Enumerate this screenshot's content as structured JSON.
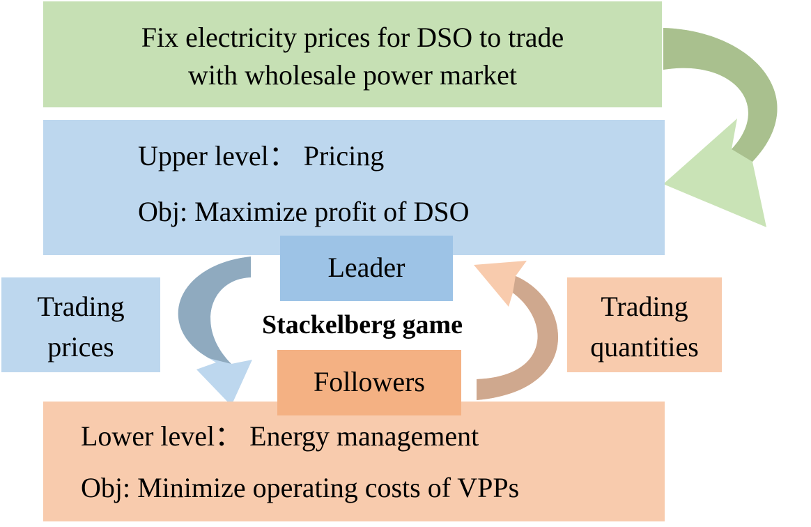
{
  "colors": {
    "green_box": "#c6e0b4",
    "green_arrow": "#a9c08e",
    "green_arrow_light": "#c9e3b6",
    "blue_box": "#bdd7ee",
    "blue_dark_box": "#9dc3e6",
    "blue_arrow": "#bdd7ee",
    "blue_arrow_dark": "#8faabf",
    "orange_box": "#f8cbad",
    "orange_dark_box": "#f4b183",
    "orange_arrow": "#f8cbad",
    "orange_arrow_dark": "#cfa88e"
  },
  "top": {
    "line1": "Fix electricity prices for DSO to trade",
    "line2": "with wholesale power market"
  },
  "upper": {
    "line1": "Upper level： Pricing",
    "line2": "Obj: Maximize profit of DSO"
  },
  "leader": {
    "label": "Leader"
  },
  "followers": {
    "label": "Followers"
  },
  "center": {
    "label": "Stackelberg game"
  },
  "trading_prices": {
    "line1": "Trading",
    "line2": "prices"
  },
  "trading_quantities": {
    "line1": "Trading",
    "line2": "quantities"
  },
  "lower": {
    "line1": "Lower level： Energy management",
    "line2": "Obj: Minimize operating costs of VPPs"
  }
}
